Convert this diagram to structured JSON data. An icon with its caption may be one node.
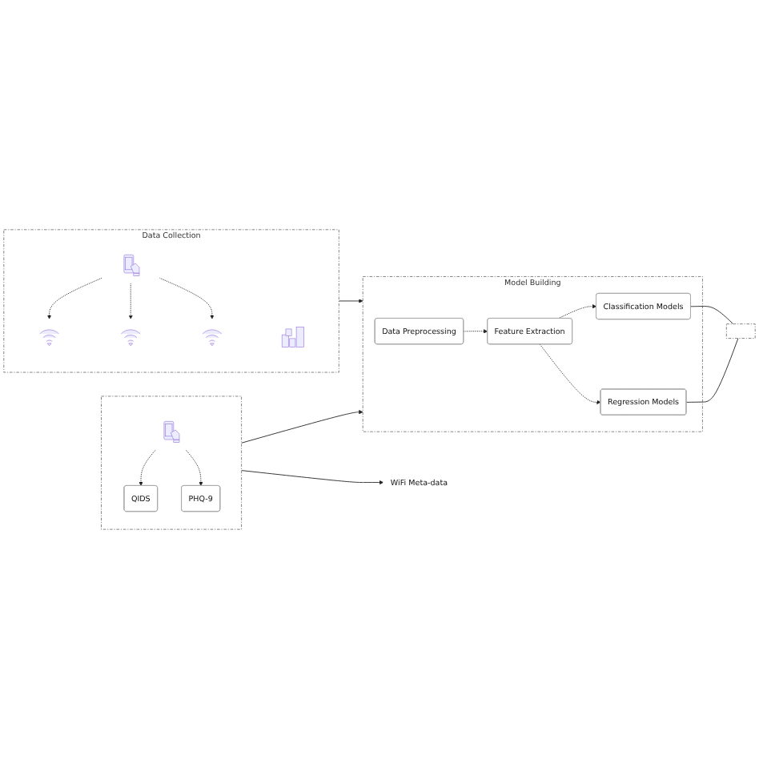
{
  "diagram": {
    "nodes": [
      {
        "text": [
          "Data Collection"
        ]
      },
      {
        "text": [],
        "shape": "picture",
        "in": 0
      },
      {
        "text": [],
        "shape": "picture",
        "in": 0
      },
      {
        "text": [],
        "shape": "picture",
        "in": 0
      },
      {
        "text": [],
        "shape": "picture",
        "in": 0
      },
      {
        "text": [],
        "shape": "picture",
        "in": 0
      },
      {
        "text": [],
        "shape": "box"
      },
      {
        "text": [],
        "shape": "picture",
        "in": 6
      },
      {
        "text": [
          "QIDS"
        ],
        "in": 6
      },
      {
        "text": [
          "PHQ-9"
        ],
        "in": 6
      },
      {
        "text": [
          "Model Building"
        ]
      },
      {
        "text": [
          "Data Preprocessing"
        ],
        "in": 10
      },
      {
        "text": [
          "Feature Extraction"
        ],
        "in": 10
      },
      {
        "text": [
          "Classification Models"
        ],
        "in": 10
      },
      {
        "text": [
          "Regression Models"
        ],
        "in": 10
      },
      {
        "text": [],
        "shape": "box"
      },
      {
        "text": [
          "WiFi Meta-data"
        ]
      }
    ],
    "edges": [
      {
        "from": 1,
        "to": 3,
        "arrow": "to",
        "style": "dashed"
      },
      {
        "from": 1,
        "to": 2,
        "arrow": "to",
        "style": "dashed"
      },
      {
        "from": 1,
        "to": 4,
        "arrow": "to",
        "style": "dashed"
      },
      {
        "from": 0,
        "to": 10,
        "arrow": "to"
      },
      {
        "from": 7,
        "to": 8,
        "arrow": "to",
        "style": "dashed"
      },
      {
        "from": 7,
        "to": 9,
        "arrow": "to",
        "style": "dashed"
      },
      {
        "from": 6,
        "to": 10,
        "arrow": "to"
      },
      {
        "from": 6,
        "to": 16,
        "arrow": "to"
      },
      {
        "from": 11,
        "to": 12,
        "arrow": "to",
        "style": "dashed"
      },
      {
        "from": 12,
        "to": 13,
        "arrow": "to",
        "style": "dashed"
      },
      {
        "from": 12,
        "to": 14,
        "arrow": "to",
        "style": "dashed"
      },
      {
        "from": 13,
        "to": 15,
        "arrow": "none"
      },
      {
        "from": 14,
        "to": 15,
        "arrow": "none"
      }
    ]
  }
}
